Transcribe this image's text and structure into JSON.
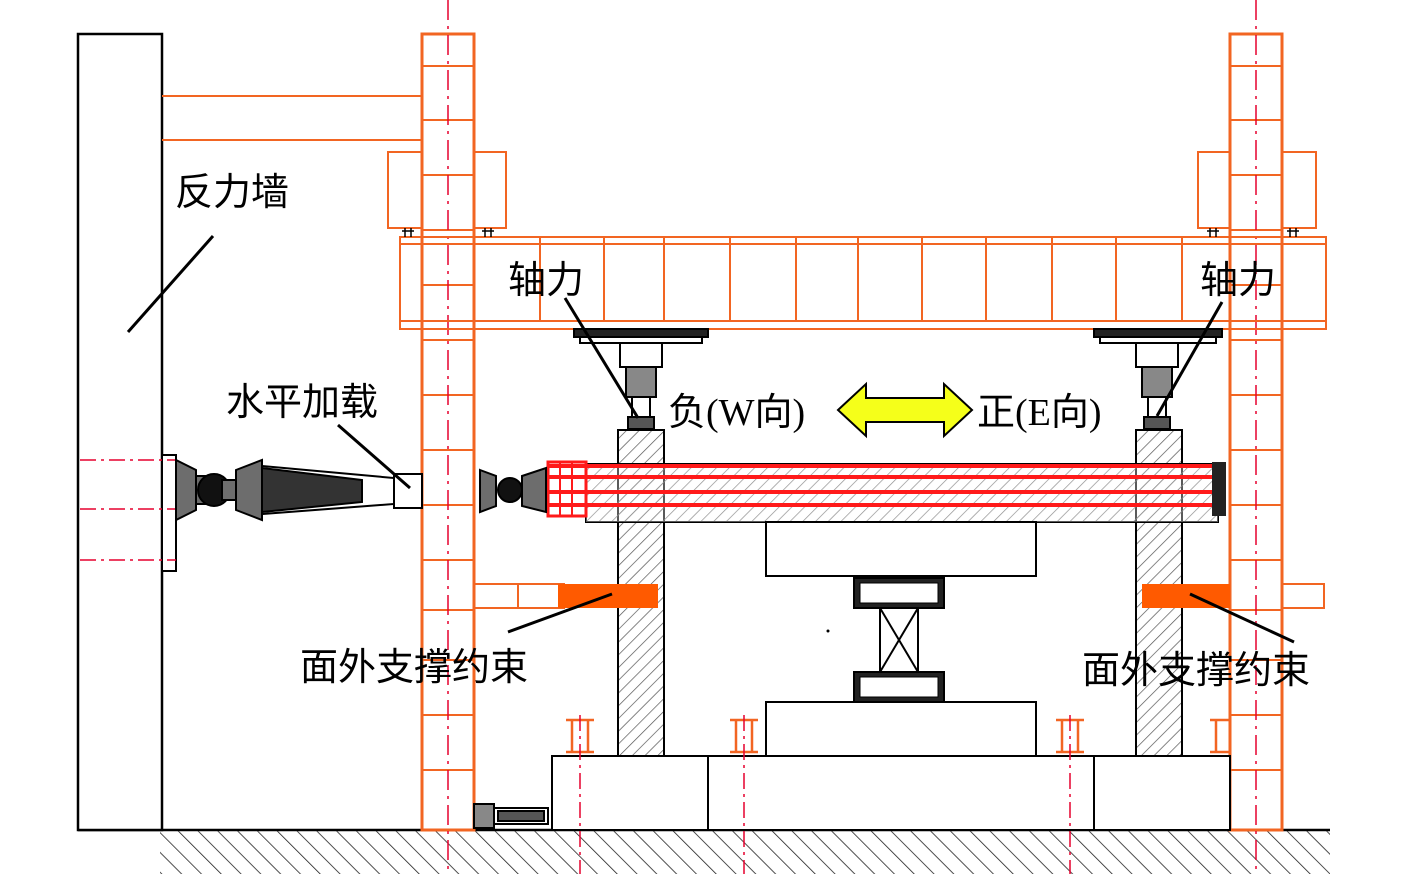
{
  "labels": {
    "reaction_wall": "反力墙",
    "axial_force_left": "轴力",
    "axial_force_right": "轴力",
    "horizontal_loading": "水平加载",
    "negative_direction": "负(W向)",
    "positive_direction": "正(E向)",
    "out_of_plane_left": "面外支撑约束",
    "out_of_plane_right": "面外支撑约束"
  },
  "colors": {
    "frame": "#f26522",
    "brace": "#ff5a00",
    "beam_red": "#ff1a1a",
    "centerline": "#e6002e",
    "arrow_fill": "#f5ff1a",
    "actuator": "#6d6d6d",
    "outline": "#000000"
  }
}
